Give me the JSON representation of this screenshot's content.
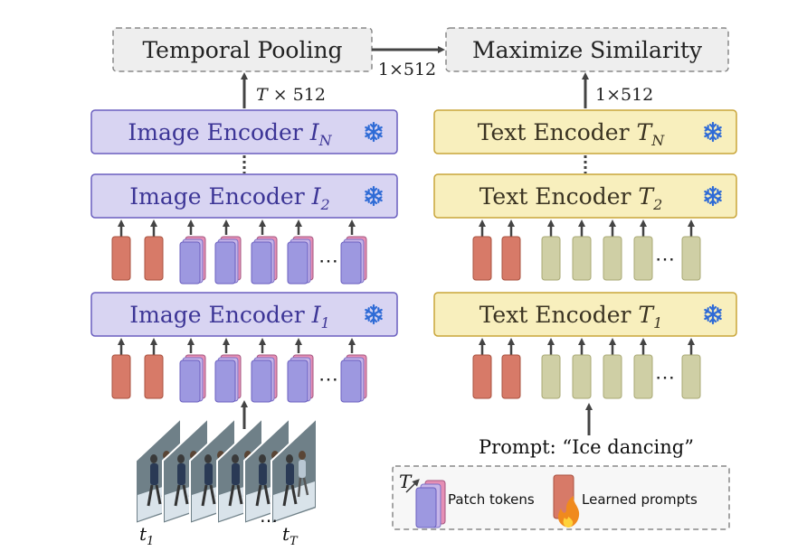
{
  "pooling": {
    "label": "Temporal Pooling"
  },
  "similarity": {
    "label": "Maximize Similarity"
  },
  "dims": {
    "pool_to_sim": "1×512",
    "image_to_pool": "T × 512",
    "text_to_sim": "1×512"
  },
  "image_encoders": [
    {
      "label": "Image Encoder",
      "sub": "N"
    },
    {
      "label": "Image Encoder",
      "sub": "2"
    },
    {
      "label": "Image Encoder",
      "sub": "1"
    }
  ],
  "text_encoders": [
    {
      "label": "Text Encoder",
      "sub": "N"
    },
    {
      "label": "Text Encoder",
      "sub": "2"
    },
    {
      "label": "Text Encoder",
      "sub": "1"
    }
  ],
  "encoder_var_image": "I",
  "encoder_var_text": "T",
  "frozen_icon": "snowflake-icon",
  "prompt": {
    "text": "Prompt: “Ice dancing”"
  },
  "frames": {
    "first": "t",
    "first_sub": "1",
    "last": "t",
    "last_sub": "T",
    "ellipsis": "⋯"
  },
  "legend": {
    "time_label": "T",
    "patch_tokens": "Patch tokens",
    "learned_prompts": "Learned prompts"
  },
  "colors": {
    "image_encoder_fill": "#d8d4f2",
    "image_encoder_stroke": "#6a5fbf",
    "image_encoder_text": "#3c3596",
    "text_encoder_fill": "#f8efbd",
    "text_encoder_stroke": "#c9a53a",
    "text_encoder_text": "#3a3322",
    "prompt_token": "#d77a68",
    "patch_token": "#9d98e0",
    "patch_token_back": "#e58fb5",
    "text_token": "#cfcfa5",
    "snowflake": "#2f6bd6",
    "dashed_box_fill": "#eeeeee"
  }
}
